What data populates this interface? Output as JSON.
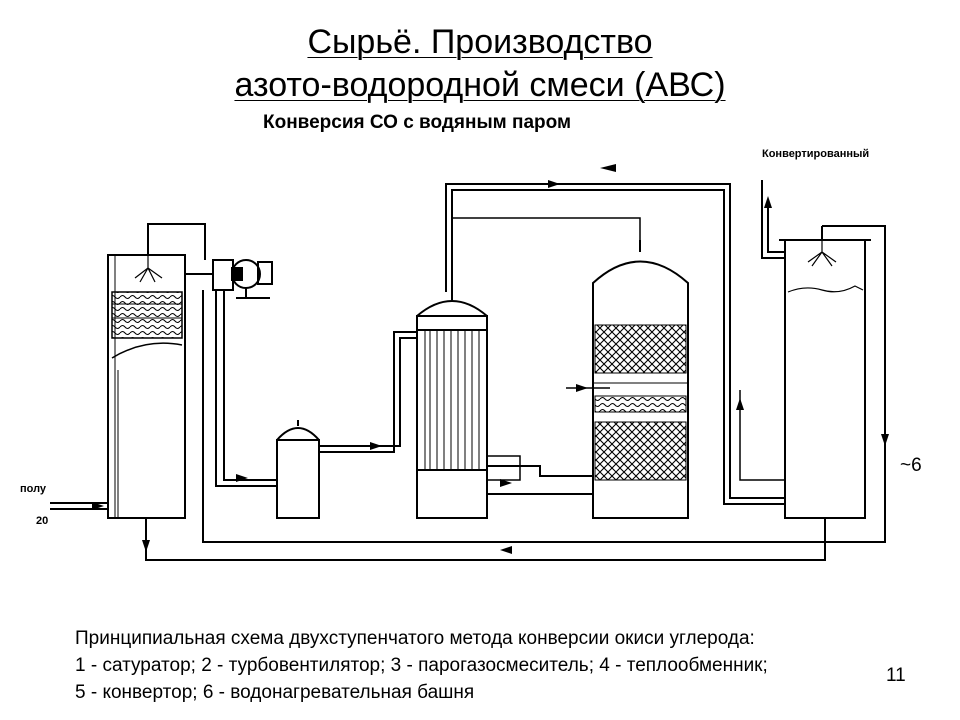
{
  "title": {
    "line1": "Сырьё. Производство",
    "line2": "азото-водородной смеси (АВС)"
  },
  "subtitle": "Конверсия СО с водяным паром",
  "diagram": {
    "top_right_label": "Конвертированный",
    "side_label": "~6",
    "left_label_1": "полу",
    "left_label_2": "20"
  },
  "caption": {
    "line1": "Принципиальная схема двухступенчатого метода конверсии окиси углерода:",
    "line2": "1 - сатуратор;   2 - турбовентилятор; 3 - парогазосмеситель;   4 - теплообменник;",
    "line3": "5 - конвертор;   6 - водонагревательная башня"
  },
  "page_number": "11"
}
